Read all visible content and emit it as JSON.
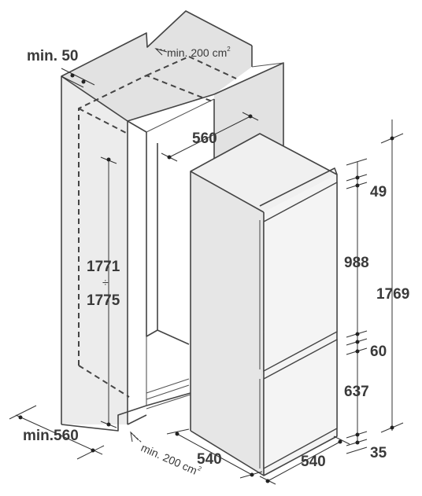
{
  "labels": {
    "min_top": "min. 50",
    "vent_top": "min. 200 cm",
    "vent_top_sup": "2",
    "niche_depth": "560",
    "niche_height_a": "1771",
    "niche_height_sep": "÷",
    "niche_height_b": "1775",
    "min_bottom": "min.560",
    "vent_bottom": "min. 200 cm",
    "vent_bottom_sup": "2",
    "appliance_width": "540",
    "appliance_depth": "540",
    "gap_top": "49",
    "fridge_door": "988",
    "gap_mid": "60",
    "freezer_door": "637",
    "gap_bottom": "35",
    "overall_height": "1769"
  },
  "colors": {
    "line": "#444444",
    "text": "#3a3a3a",
    "niche_fill": "#ececec",
    "appliance_fill": "#f4f4f4"
  }
}
